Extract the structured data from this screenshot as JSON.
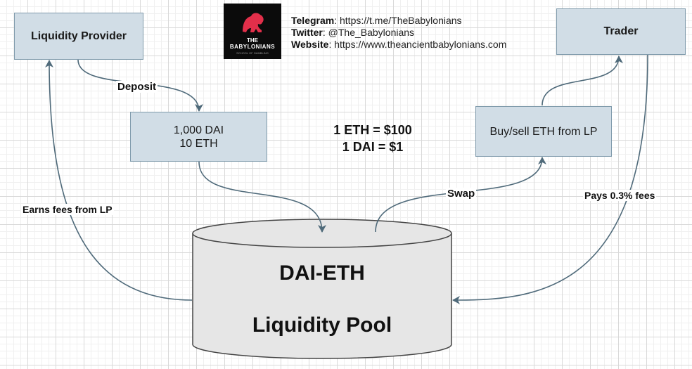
{
  "logo": {
    "line1": "THE",
    "line2": "BABYLONIANS",
    "line3": "SCHOOL OF GAMBLING"
  },
  "social": {
    "telegram_label": "Telegram",
    "telegram_value": "https://t.me/TheBabylonians",
    "twitter_label": "Twitter",
    "twitter_value": "@The_Babylonians",
    "website_label": "Website",
    "website_value": "https://www.theancientbabylonians.com"
  },
  "nodes": {
    "liquidity_provider": "Liquidity Provider",
    "trader": "Trader",
    "deposit_line1": "1,000 DAI",
    "deposit_line2": "10 ETH",
    "buy_sell": "Buy/sell ETH from LP"
  },
  "prices": {
    "eth": "1 ETH = $100",
    "dai": "1 DAI = $1"
  },
  "pool": {
    "line1": "DAI-ETH",
    "line2": "Liquidity Pool"
  },
  "edge_labels": {
    "deposit": "Deposit",
    "swap": "Swap",
    "earns": "Earns fees from LP",
    "pays": "Pays 0.3% fees"
  },
  "colors": {
    "box_fill": "#d1dde6",
    "box_border": "#7f9aab",
    "arrow": "#4f6a7a",
    "pool_fill": "#e6e6e6"
  }
}
